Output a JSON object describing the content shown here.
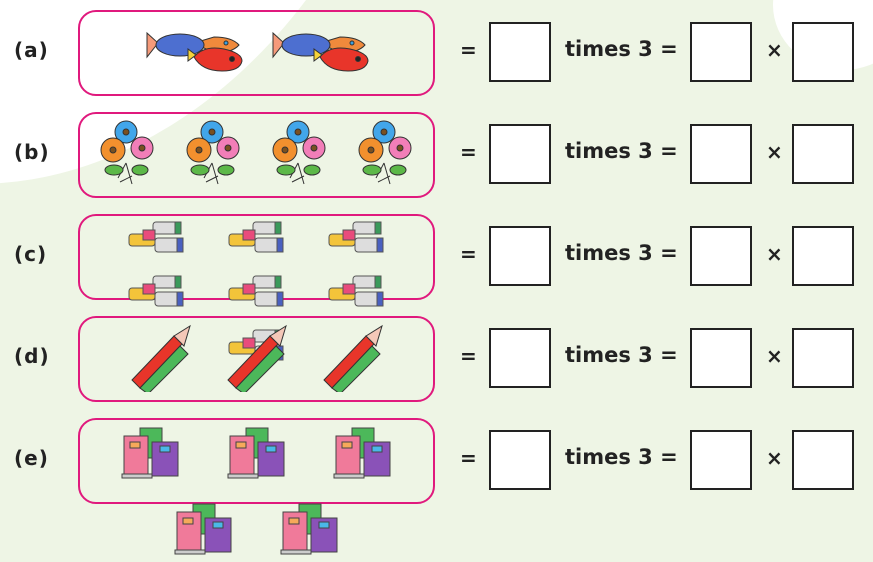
{
  "rows": [
    {
      "label": "(a)",
      "icon": "fish-group-icon",
      "groups": 2,
      "eq": "=",
      "times": "times 3 =",
      "mult": "×"
    },
    {
      "label": "(b)",
      "icon": "flower-bunch-icon",
      "groups": 4,
      "eq": "=",
      "times": "times 3 =",
      "mult": "×"
    },
    {
      "label": "(c)",
      "icon": "eraser-group-icon",
      "groups": 7,
      "eq": "=",
      "times": "times 3 =",
      "mult": "×"
    },
    {
      "label": "(d)",
      "icon": "pencil-group-icon",
      "groups": 3,
      "eq": "=",
      "times": "times 3 =",
      "mult": "×"
    },
    {
      "label": "(e)",
      "icon": "book-group-icon",
      "groups": 5,
      "eq": "=",
      "times": "times 3 =",
      "mult": "×"
    }
  ],
  "colors": {
    "border": "#e0197d",
    "background": "#eef5e5"
  }
}
